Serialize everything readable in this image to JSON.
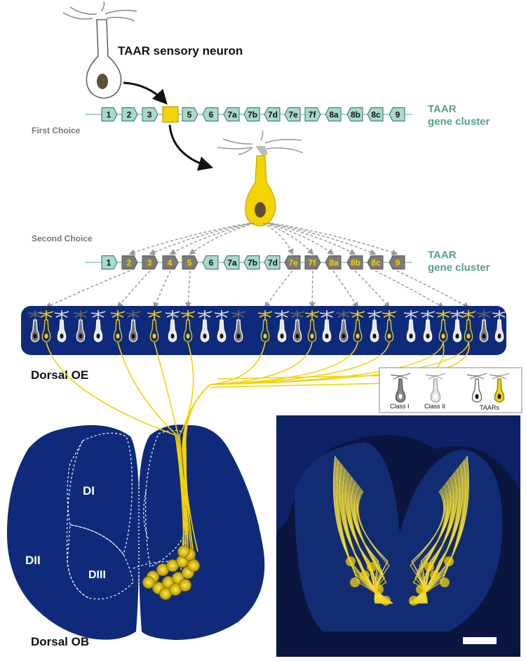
{
  "title": "TAAR sensory neuron",
  "first_choice": "First Choice",
  "second_choice": "Second Choice",
  "cluster_label": [
    "TAAR",
    "gene cluster"
  ],
  "genes_row1": [
    {
      "label": "1",
      "dir": "right",
      "chosen": false
    },
    {
      "label": "2",
      "dir": "right",
      "chosen": false
    },
    {
      "label": "3",
      "dir": "right",
      "chosen": false
    },
    {
      "label": "",
      "dir": "box",
      "chosen": true
    },
    {
      "label": "5",
      "dir": "right",
      "chosen": false
    },
    {
      "label": "6",
      "dir": "left",
      "chosen": false
    },
    {
      "label": "7a",
      "dir": "left",
      "chosen": false
    },
    {
      "label": "7b",
      "dir": "left",
      "chosen": false
    },
    {
      "label": "7d",
      "dir": "left",
      "chosen": false
    },
    {
      "label": "7e",
      "dir": "left",
      "chosen": false
    },
    {
      "label": "7f",
      "dir": "right",
      "chosen": false
    },
    {
      "label": "8a",
      "dir": "left",
      "chosen": false
    },
    {
      "label": "8b",
      "dir": "left",
      "chosen": false
    },
    {
      "label": "8c",
      "dir": "left",
      "chosen": false
    },
    {
      "label": "9",
      "dir": "left",
      "chosen": false
    }
  ],
  "genes_row2": [
    {
      "label": "1",
      "dir": "right",
      "active": false
    },
    {
      "label": "2",
      "dir": "right",
      "active": true
    },
    {
      "label": "3",
      "dir": "right",
      "active": true
    },
    {
      "label": "4",
      "dir": "right",
      "active": true
    },
    {
      "label": "5",
      "dir": "right",
      "active": true
    },
    {
      "label": "6",
      "dir": "left",
      "active": false
    },
    {
      "label": "7a",
      "dir": "left",
      "active": false
    },
    {
      "label": "7b",
      "dir": "left",
      "active": false
    },
    {
      "label": "7d",
      "dir": "left",
      "active": false
    },
    {
      "label": "7e",
      "dir": "left",
      "active": true
    },
    {
      "label": "7f",
      "dir": "right",
      "active": true
    },
    {
      "label": "8a",
      "dir": "left",
      "active": true
    },
    {
      "label": "8b",
      "dir": "left",
      "active": true
    },
    {
      "label": "8c",
      "dir": "left",
      "active": true
    },
    {
      "label": "9",
      "dir": "left",
      "active": true
    }
  ],
  "dorsal_oe": "Dorsal OE",
  "dorsal_ob": "Dorsal OB",
  "zones": [
    "DI",
    "DII",
    "DIII"
  ],
  "legend": [
    "Class I",
    "Class II",
    "TAARs"
  ],
  "colors": {
    "gene_fill": "#a9d8cf",
    "gene_stroke": "#2e6f68",
    "gene_active": "#7a7a7a",
    "gene_active_text": "#f5d000",
    "chosen": "#f4d400",
    "cluster_text": "#5a9e93",
    "navy": "#0f2a7a",
    "axon": "#f2d20a",
    "dashed": "#9a9a9a",
    "label_gray": "#666666"
  }
}
